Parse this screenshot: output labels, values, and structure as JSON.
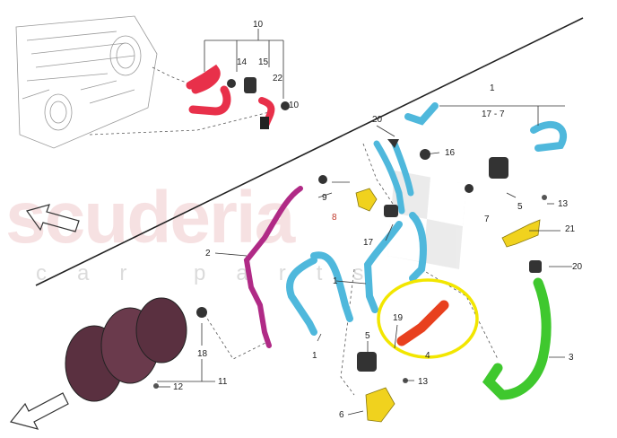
{
  "watermark": {
    "brand": "scuderia",
    "tagline": "car parts"
  },
  "callouts": {
    "n1_top": "1",
    "n17_7": "17 - 7",
    "n10_top": "10",
    "n14": "14",
    "n15": "15",
    "n22": "22",
    "n10_right": "10",
    "n20_top": "20",
    "n16": "16",
    "n9": "9",
    "n8": "8",
    "n5_upper": "5",
    "n7": "7",
    "n13_upper": "13",
    "n21": "21",
    "n17_mid": "17",
    "n2": "2",
    "n20_right": "20",
    "n1_mid": "1",
    "n3": "3",
    "n19": "19",
    "n4": "4",
    "n5_lower": "5",
    "n1_lower": "1",
    "n18": "18",
    "n11": "11",
    "n12": "12",
    "n13_lower": "13",
    "n6": "6"
  },
  "colors": {
    "cyan_hose": "#4fb8dc",
    "magenta_hose": "#b02a86",
    "red_hose": "#e8304a",
    "orange_hose": "#e8401e",
    "green_hose": "#3fc82e",
    "yellow_part": "#f0d21e",
    "highlight_ring": "#f2e600",
    "canister": "#5a3040"
  }
}
